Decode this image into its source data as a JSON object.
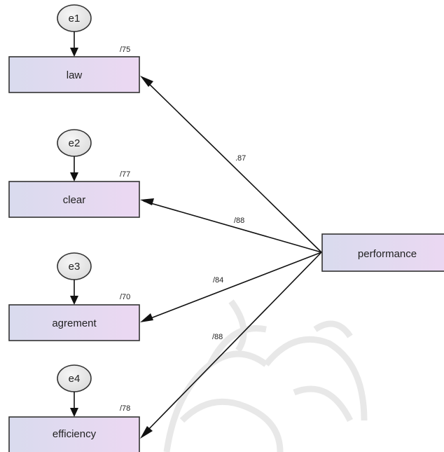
{
  "diagram": {
    "latent": {
      "id": "performance",
      "label": "performance"
    },
    "indicators": [
      {
        "id": "law",
        "label": "law",
        "r2": "/75",
        "loading": ".87",
        "error": "e1"
      },
      {
        "id": "clear",
        "label": "clear",
        "r2": "/77",
        "loading": "/88",
        "error": "e2"
      },
      {
        "id": "agrement",
        "label": "agrement",
        "r2": "/70",
        "loading": "/84",
        "error": "e3"
      },
      {
        "id": "efficiency",
        "label": "efficiency",
        "r2": "/78",
        "loading": "/88",
        "error": "e4"
      }
    ]
  },
  "colors": {
    "box_fill_start": "#d9dbee",
    "box_fill_end": "#ecd9f0",
    "circle_fill": "#ececec",
    "watermark": "#dcdcdc"
  }
}
